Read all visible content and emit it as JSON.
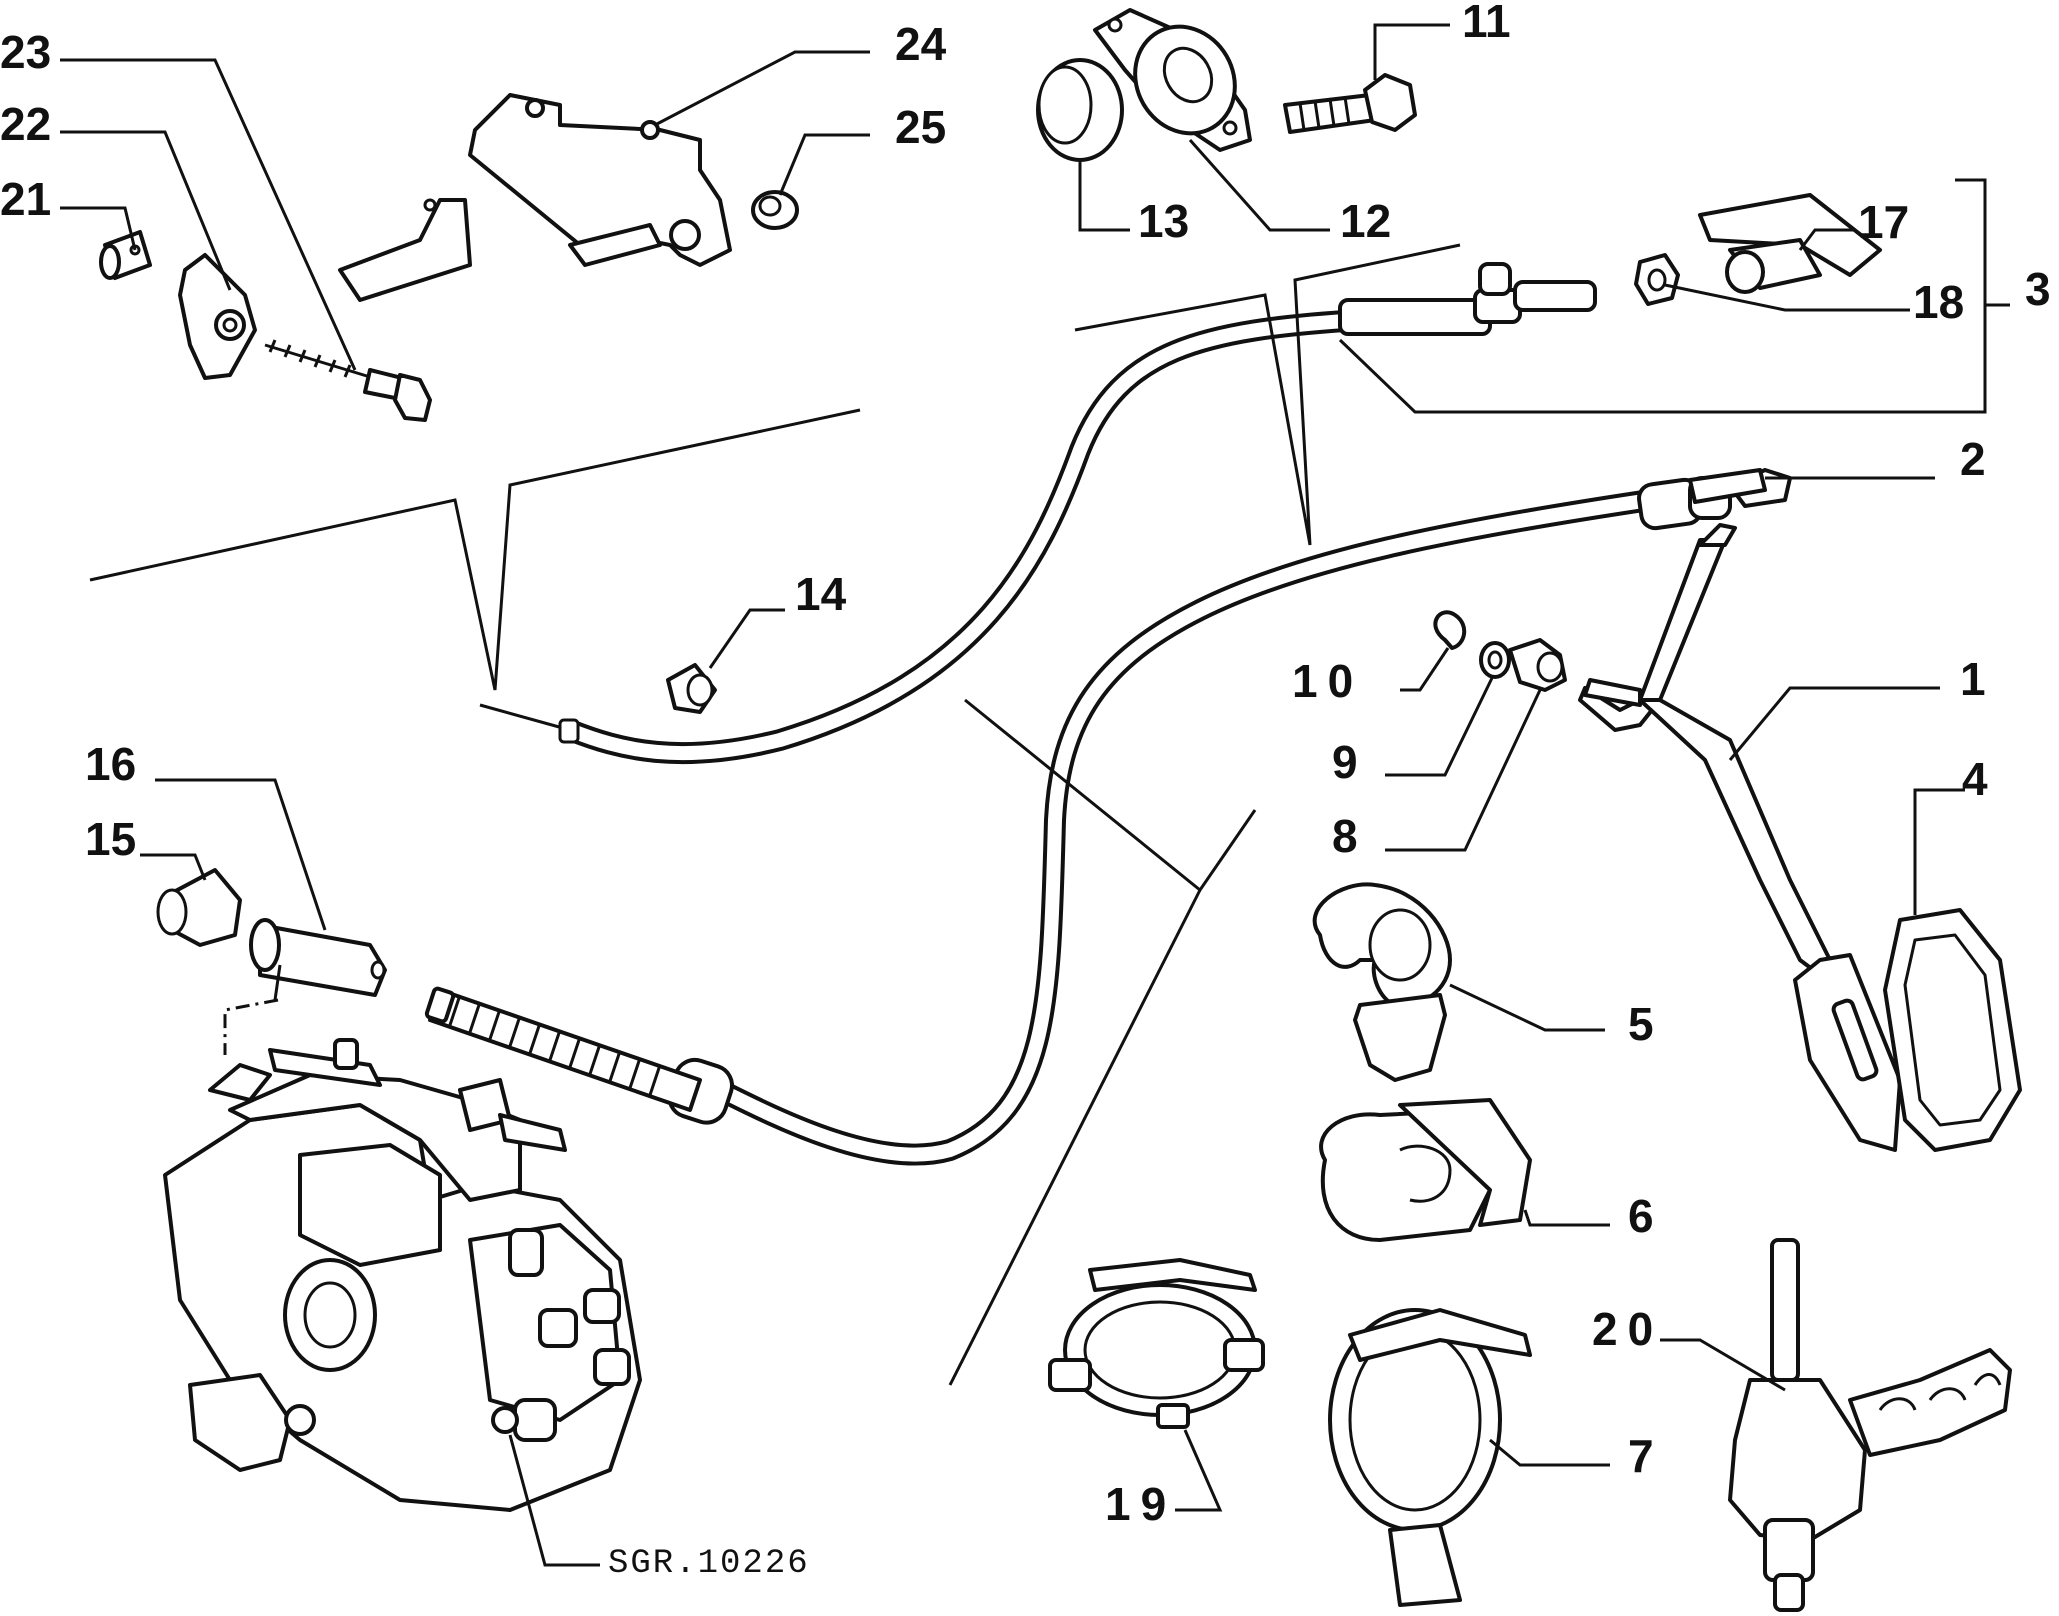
{
  "diagram": {
    "drawing_code": "SGR.10226",
    "callouts": {
      "c1": "1",
      "c2": "2",
      "c3": "3",
      "c4": "4",
      "c5": "5",
      "c6": "6",
      "c7": "7",
      "c8": "8",
      "c9": "9",
      "c10": "10",
      "c11": "11",
      "c12": "12",
      "c13": "13",
      "c14": "14",
      "c15": "15",
      "c16": "16",
      "c17": "17",
      "c18": "18",
      "c19": "19",
      "c20": "20",
      "c21": "21",
      "c22": "22",
      "c23": "23",
      "c24": "24",
      "c25": "25"
    }
  }
}
